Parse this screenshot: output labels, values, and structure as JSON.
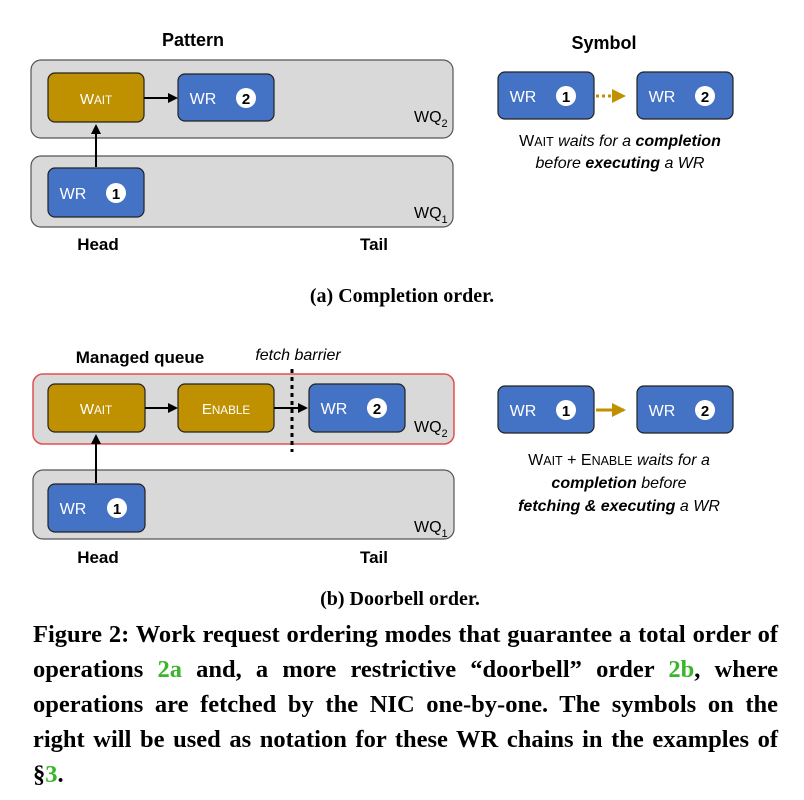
{
  "panel_a": {
    "pattern_label": "Pattern",
    "symbol_label": "Symbol",
    "wait_label": "Wait",
    "wr_label": "WR",
    "wr1_num": "1",
    "wr2_num": "2",
    "wq2_label": "WQ",
    "wq2_sub": "2",
    "wq1_label": "WQ",
    "wq1_sub": "1",
    "head_label": "Head",
    "tail_label": "Tail",
    "symbol_line1": {
      "w1": "Wait",
      "w2": " waits for a ",
      "w3": "completion"
    },
    "symbol_line2": {
      "w1": "before ",
      "w2": "executing",
      "w3": " a WR"
    },
    "subcaption": "(a) Completion order."
  },
  "panel_b": {
    "managed_queue_label": "Managed queue",
    "fetch_barrier_label": "fetch barrier",
    "wait_label": "Wait",
    "enable_label": "Enable",
    "wr_label": "WR",
    "wr1_num": "1",
    "wr2_num": "2",
    "wq2_label": "WQ",
    "wq2_sub": "2",
    "wq1_label": "WQ",
    "wq1_sub": "1",
    "head_label": "Head",
    "tail_label": "Tail",
    "symbol_line1": {
      "w1": "Wait",
      "w2": " + ",
      "w3": "Enable",
      "w4": " waits for a"
    },
    "symbol_line2": {
      "w1": "completion",
      "w2": " before"
    },
    "symbol_line3": {
      "w1": "fetching & executing",
      "w2": " a WR"
    },
    "subcaption": "(b) Doorbell order."
  },
  "figure_caption": {
    "part1": "Figure 2: Work request ordering modes that guarantee a total order of operations ",
    "ref1": "2a",
    "part2": " and, a more restrictive “doorbell” order ",
    "ref2": "2b",
    "part3": ", where operations are fetched by the NIC one-by-one. The symbols on the right will be used as notation for these WR chains in the examples of §",
    "ref3": "3",
    "part4": "."
  },
  "colors": {
    "wr_blue": "#4472c4",
    "wait_gold": "#bf9000",
    "queue_gray": "#d9d9d9",
    "managed_border": "#e05050",
    "ref_green": "#3bb52a"
  }
}
